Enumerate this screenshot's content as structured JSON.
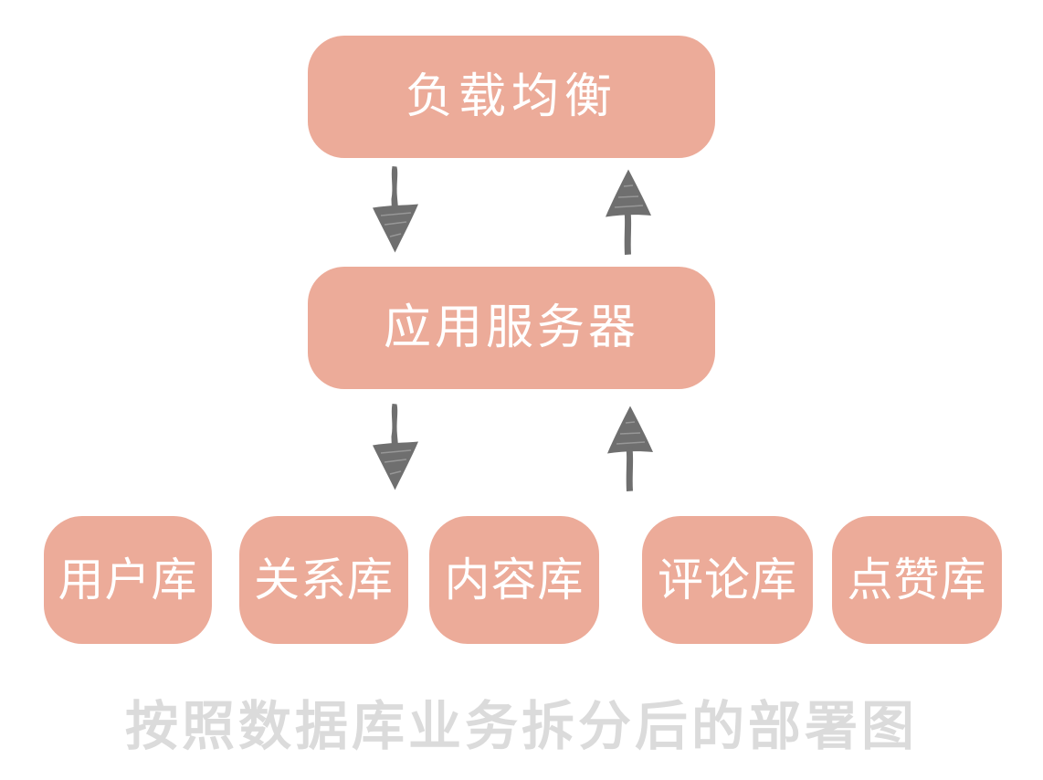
{
  "diagram": {
    "caption": "按照数据库业务拆分后的部署图",
    "nodes": {
      "load_balancer": {
        "label": "负载均衡"
      },
      "app_server": {
        "label": "应用服务器"
      },
      "databases": [
        {
          "label": "用户库"
        },
        {
          "label": "关系库"
        },
        {
          "label": "内容库"
        },
        {
          "label": "评论库"
        },
        {
          "label": "点赞库"
        }
      ]
    },
    "arrows": [
      {
        "from": "load_balancer",
        "to": "app_server",
        "direction": "down"
      },
      {
        "from": "app_server",
        "to": "load_balancer",
        "direction": "up"
      },
      {
        "from": "app_server",
        "to": "databases",
        "direction": "down"
      },
      {
        "from": "databases",
        "to": "app_server",
        "direction": "up"
      }
    ],
    "colors": {
      "node_fill": "#ECAB99",
      "node_text": "#FFFFFF",
      "arrow": "#6F6F6F",
      "caption_text": "#DBDBDB",
      "background": "#FFFFFF"
    }
  }
}
